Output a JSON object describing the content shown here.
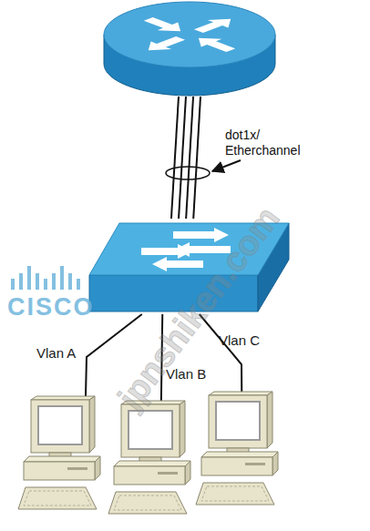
{
  "diagram": {
    "nodes": [
      {
        "text": []
      },
      {
        "text": []
      },
      {
        "text": []
      },
      {
        "text": []
      },
      {
        "text": []
      }
    ],
    "edges": [
      {
        "from": 0,
        "to": 1,
        "arrow": "none"
      },
      {
        "from": 0,
        "to": 1,
        "arrow": "none"
      },
      {
        "from": 0,
        "to": 1,
        "arrow": "none"
      },
      {
        "from": 0,
        "to": 1,
        "arrow": "none"
      },
      {
        "from": 1,
        "to": 2,
        "label": "Vlan A",
        "arrow": "none"
      },
      {
        "from": 1,
        "to": 3,
        "label": "Vlan B",
        "arrow": "none"
      },
      {
        "from": 1,
        "to": 4,
        "label": "Vlan C",
        "arrow": "none"
      }
    ],
    "labels": [
      "dot1x/ Etherchannel",
      "CISCO",
      "jpnshiken.com"
    ]
  }
}
